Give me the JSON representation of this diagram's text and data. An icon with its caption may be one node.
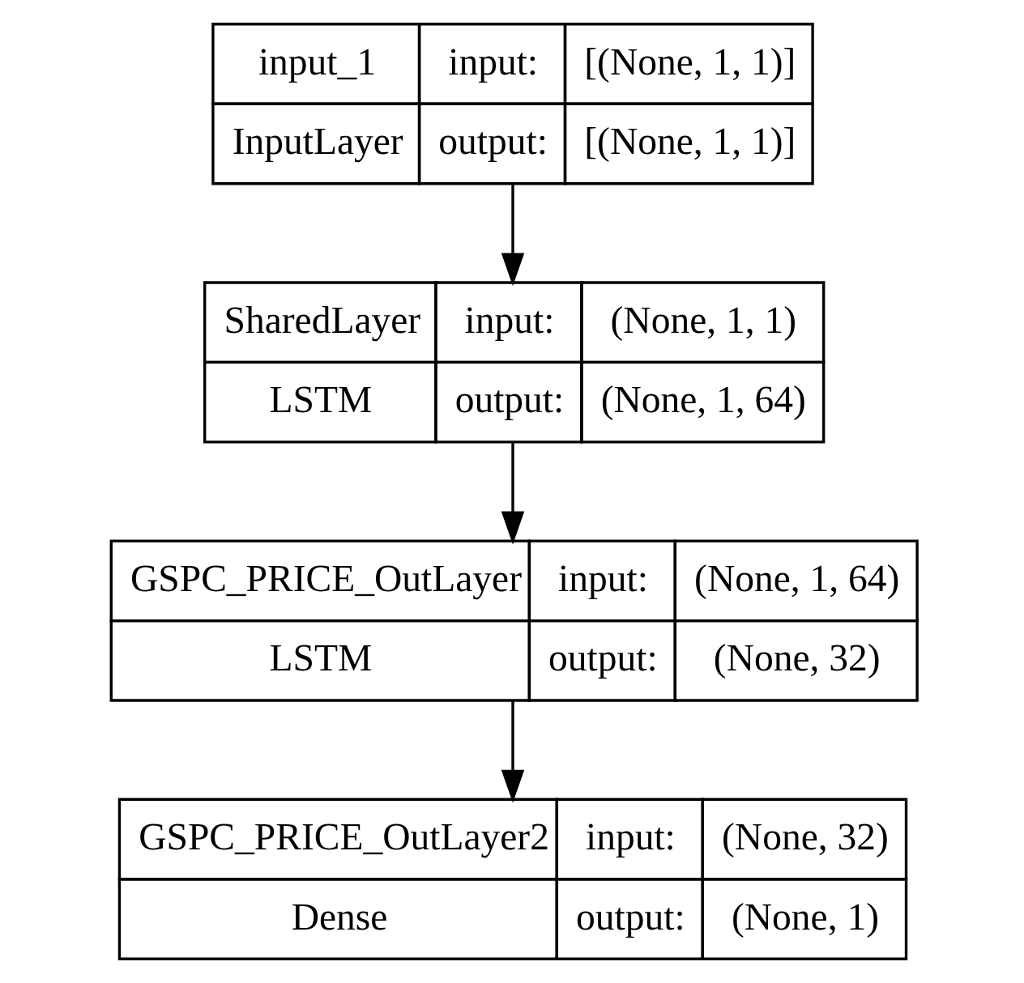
{
  "diagram": {
    "nodes": [
      {
        "text": [
          "input_1",
          "input:",
          "[(None, 1, 1)]",
          "InputLayer",
          "output:",
          "[(None, 1, 1)]"
        ]
      },
      {
        "text": [
          "SharedLayer",
          "input:",
          "(None, 1, 1)",
          "LSTM",
          "output:",
          "(None, 1, 64)"
        ]
      },
      {
        "text": [
          "GSPC_PRICE_OutLayer",
          "input:",
          "(None, 1, 64)",
          "LSTM",
          "output:",
          "(None, 32)"
        ]
      },
      {
        "text": [
          "GSPC_PRICE_OutLayer2",
          "input:",
          "(None, 32)",
          "Dense",
          "output:",
          "(None, 1)"
        ]
      }
    ],
    "edges": [
      {
        "from": 0,
        "to": 1,
        "arrow": "to"
      },
      {
        "from": 1,
        "to": 2,
        "arrow": "to"
      },
      {
        "from": 2,
        "to": 3,
        "arrow": "to"
      }
    ]
  }
}
